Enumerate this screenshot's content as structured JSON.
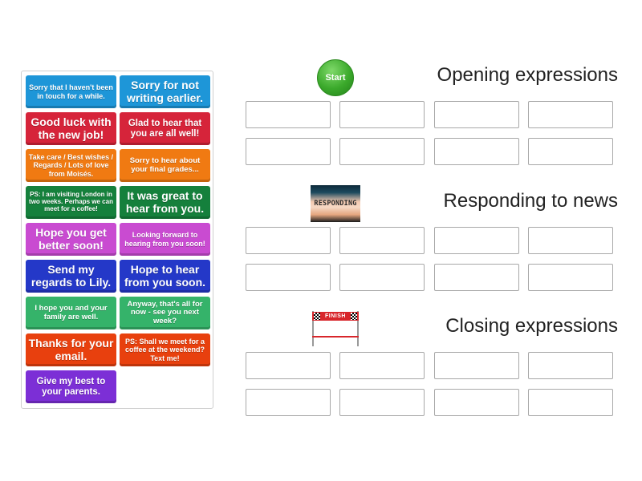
{
  "start_label": "Start",
  "colors": {
    "sky": "#1e96d8",
    "red": "#d6243a",
    "orange": "#f07a12",
    "green": "#15803c",
    "pink": "#c94bd1",
    "blue": "#2438c8",
    "teal": "#35b36a",
    "redorange": "#e8400e",
    "purple": "#7c2fd6",
    "start_green": "#3ba92b"
  },
  "cards": [
    "Sorry that I haven't been in touch for a while.",
    "Sorry for not writing earlier.",
    "Good luck with the new job!",
    "Glad to hear that you are all well!",
    "Take care / Best wishes / Regards / Lots of love from Moisés.",
    "Sorry to hear about your final grades...",
    "PS: I am visiting London in two weeks. Perhaps we can meet for a coffee!",
    "It was great to hear from you.",
    "Hope you get better soon!",
    "Looking forward to hearing from you soon!",
    "Send my regards to Lily.",
    "Hope to hear from you soon.",
    "I hope you and your family are well.",
    "Anyway, that's all for now - see you next week?",
    "Thanks for your email.",
    "PS: Shall we meet for a coffee at the weekend? Text me!",
    "Give my best to your parents."
  ],
  "groups": [
    {
      "title": "Opening expressions",
      "image": "start-button"
    },
    {
      "title": "Responding to news",
      "image": "responding-image",
      "image_text": "RESPONDING"
    },
    {
      "title": "Closing expressions",
      "image": "finish-line-image",
      "image_text": "FINISH"
    }
  ]
}
